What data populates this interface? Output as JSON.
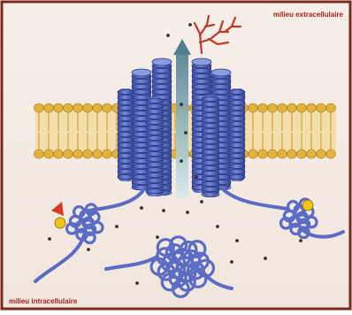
{
  "labels": {
    "extracellular": "milieu extracellulaire",
    "intracellular": "milieu intracellulaire"
  },
  "colors": {
    "frame": "#7a2a1c",
    "background": "#f5ece4",
    "protein": "#5a6cc4",
    "protein_dark": "#3a4a9c",
    "lipid_head": "#e3b23c",
    "lipid_tail": "#f2d99a",
    "glycan": "#c0392b",
    "channel_arrow": "#7aa9b8",
    "label_text": "#b01c12",
    "ion": "#333333",
    "ligand_yellow": "#f0c419",
    "ligand_red": "#d93a1f"
  },
  "icons": [
    "membrane-bilayer",
    "protein-helix-bundle",
    "channel-arrow",
    "glycan-chain",
    "protein-domain-coil",
    "ion-dot"
  ]
}
